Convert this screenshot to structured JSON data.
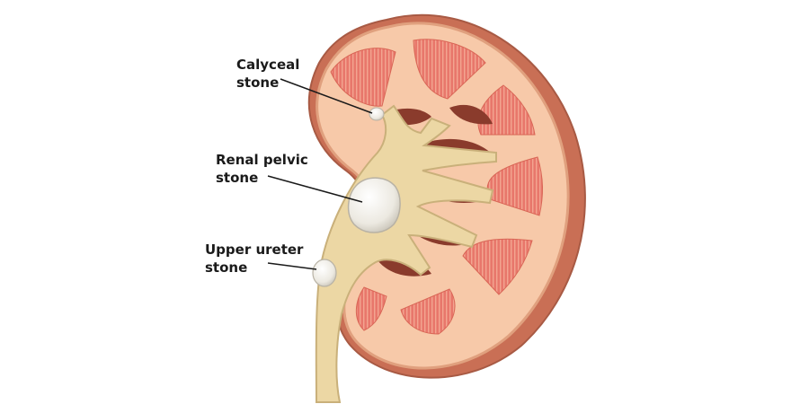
{
  "labels": {
    "calyceal": {
      "line1": "Calyceal",
      "line2": "stone"
    },
    "renal_pelvic": {
      "line1": "Renal pelvic",
      "line2": "stone"
    },
    "upper_ureter": {
      "line1": "Upper ureter",
      "line2": "stone"
    }
  },
  "colors": {
    "capsule_outer": "#c96f55",
    "capsule_rim": "#e0a07e",
    "cortex": "#f7c9a9",
    "pyramid": "#e8776b",
    "pyramid_stripe": "#f3a591",
    "sinus_dark": "#8a3b2c",
    "pelvis": "#ecd7a4",
    "pelvis_edge": "#c9b07a",
    "stone": "#f1efe9",
    "stone_shade": "#cfcbc0",
    "leader": "#1a1a1a"
  },
  "icons": [
    "kidney-illustration",
    "stone-icon"
  ]
}
